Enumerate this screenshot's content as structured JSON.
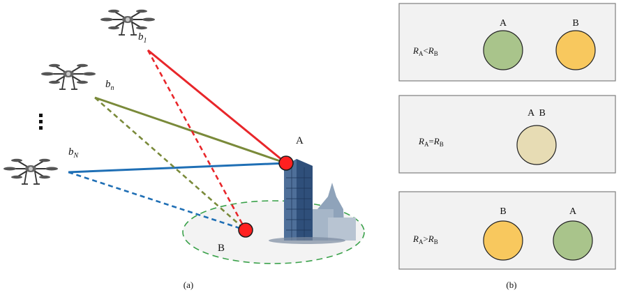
{
  "colors": {
    "red": "#e8262a",
    "green": "#7a8a3a",
    "blue": "#1f6fb5",
    "node_fill": "#ff2020",
    "ellipse_dash": "#3aa14a",
    "ellipse_fill": "#f2f2f2",
    "panel_fill": "#f2f2f2",
    "panel_stroke": "#7f7f7f",
    "circle_green": "#a9c48b",
    "circle_orange": "#f8c85e",
    "circle_beige": "#e7dcb4"
  },
  "panel_a": {
    "caption": "(a)",
    "uavs": [
      {
        "label": "b",
        "sub": "1"
      },
      {
        "label": "b",
        "sub": "n"
      },
      {
        "label": "b",
        "sub": "N"
      }
    ],
    "ellipsis": "⋮",
    "node_a": "A",
    "node_b": "B"
  },
  "panel_b": {
    "caption": "(b)",
    "rows": [
      {
        "R": "R",
        "subA": "A",
        "op": "<",
        "subB": "B",
        "circles": [
          {
            "label": "A",
            "color": "circle_green"
          },
          {
            "label": "B",
            "color": "circle_orange"
          }
        ]
      },
      {
        "R": "R",
        "subA": "A",
        "op": "=",
        "subB": "B",
        "circles": [
          {
            "label": "A  B",
            "color": "circle_beige"
          }
        ]
      },
      {
        "R": "R",
        "subA": "A",
        "op": ">",
        "subB": "B",
        "circles": [
          {
            "label": "B",
            "color": "circle_orange"
          },
          {
            "label": "A",
            "color": "circle_green"
          }
        ]
      }
    ]
  }
}
